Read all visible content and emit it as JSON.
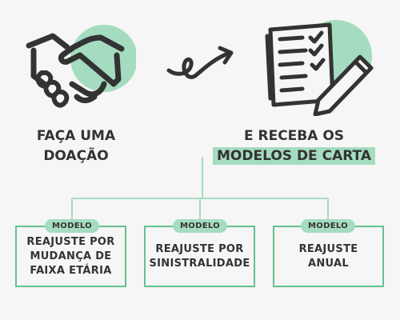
{
  "step1": {
    "line1": "FAÇA UMA",
    "line2": "DOAÇÃO",
    "icon": "handshake-icon"
  },
  "step2": {
    "line1": "E RECEBA OS",
    "line2": "MODELOS DE CARTA",
    "icon": "checklist-pencil-icon"
  },
  "arrow": {
    "icon": "curly-arrow-icon"
  },
  "cards": [
    {
      "tag": "MODELO",
      "text": "REAJUSTE POR\nMUDANÇA DE\nFAIXA ETÁRIA"
    },
    {
      "tag": "MODELO",
      "text": "REAJUSTE POR\nSINISTRALIDADE"
    },
    {
      "tag": "MODELO",
      "text": "REAJUSTE\nANUAL"
    }
  ],
  "colors": {
    "accent": "#a5dcc0",
    "border": "#66c28f",
    "icon": "#333333",
    "background": "#f6f6f6"
  }
}
